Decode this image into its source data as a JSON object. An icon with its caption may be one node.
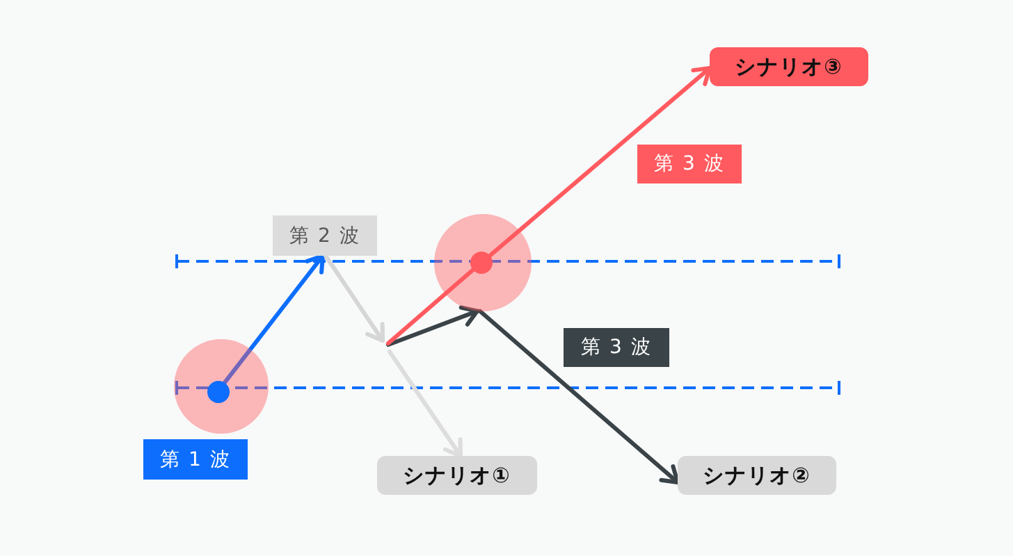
{
  "diagram": {
    "nodes": [
      {
        "text": [
          "シナリオ③"
        ]
      },
      {
        "text": [
          "第 3 波"
        ]
      },
      {
        "text": [
          "第 2 波"
        ]
      },
      {
        "text": [],
        "shape": "circle"
      },
      {
        "text": [],
        "shape": "circle",
        "in": 3
      },
      {
        "text": [
          "第 3 波"
        ]
      },
      {
        "text": [],
        "shape": "circle"
      },
      {
        "text": [],
        "shape": "circle",
        "in": 6
      },
      {
        "text": [
          "第 1 波"
        ]
      },
      {
        "text": [
          "シナリオ①"
        ]
      },
      {
        "text": [
          "シナリオ②"
        ]
      }
    ],
    "edges": [
      {
        "from": 7,
        "to": 2,
        "arrow": "to",
        "color": "#0d6efd"
      },
      {
        "from": 2,
        "to": null,
        "arrow": "to",
        "color": "#d6d6d6"
      },
      {
        "from": null,
        "to": 9,
        "arrow": "to",
        "color": "#dddddd"
      },
      {
        "from": null,
        "to": 3,
        "arrow": "to",
        "color": "#3a4347"
      },
      {
        "from": 3,
        "to": 10,
        "arrow": "to",
        "color": "#3a4347"
      },
      {
        "from": null,
        "to": 4,
        "arrow": "none",
        "color": "#ff5a5f"
      },
      {
        "from": 4,
        "to": 0,
        "arrow": "to",
        "color": "#ff5a5f"
      }
    ]
  }
}
